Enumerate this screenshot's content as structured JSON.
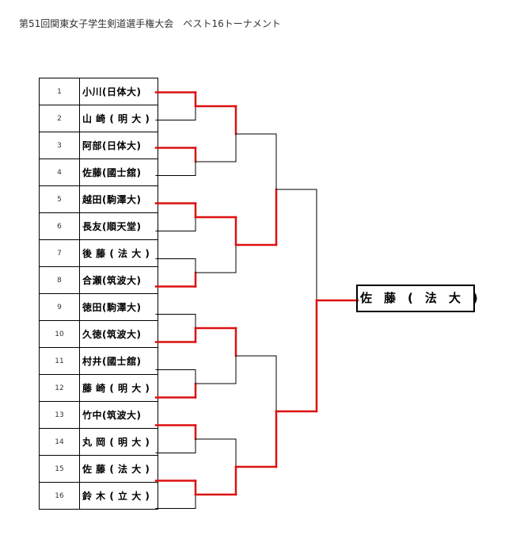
{
  "header": {
    "title": "第51回関東女子学生剣道選手権大会　ベスト16トーナメント"
  },
  "colors": {
    "winner_line": "#dd1111",
    "loser_line": "#000000"
  },
  "entries": [
    {
      "seed": "1",
      "name": "小川(日体大)"
    },
    {
      "seed": "2",
      "name": "山 崎 ( 明 大 )"
    },
    {
      "seed": "3",
      "name": "阿部(日体大)"
    },
    {
      "seed": "4",
      "name": "佐藤(國士舘)"
    },
    {
      "seed": "5",
      "name": "越田(駒澤大)"
    },
    {
      "seed": "6",
      "name": "長友(順天堂)"
    },
    {
      "seed": "7",
      "name": "後 藤 ( 法 大 )"
    },
    {
      "seed": "8",
      "name": "合瀬(筑波大)"
    },
    {
      "seed": "9",
      "name": "徳田(駒澤大)"
    },
    {
      "seed": "10",
      "name": "久徳(筑波大)"
    },
    {
      "seed": "11",
      "name": "村井(國士舘)"
    },
    {
      "seed": "12",
      "name": "藤 崎 ( 明 大 )"
    },
    {
      "seed": "13",
      "name": "竹中(筑波大)"
    },
    {
      "seed": "14",
      "name": "丸 岡 ( 明 大 )"
    },
    {
      "seed": "15",
      "name": "佐 藤 ( 法 大 )"
    },
    {
      "seed": "16",
      "name": "鈴 木 ( 立 大 )"
    }
  ],
  "results": {
    "round1_winners": [
      1,
      3,
      5,
      8,
      10,
      12,
      13,
      15
    ],
    "quarterfinal_winners": [
      1,
      5,
      10,
      15
    ],
    "semifinal_winners": [
      5,
      15
    ],
    "champion": 15
  },
  "champion": {
    "name": "佐　藤　(　法　大　)"
  }
}
